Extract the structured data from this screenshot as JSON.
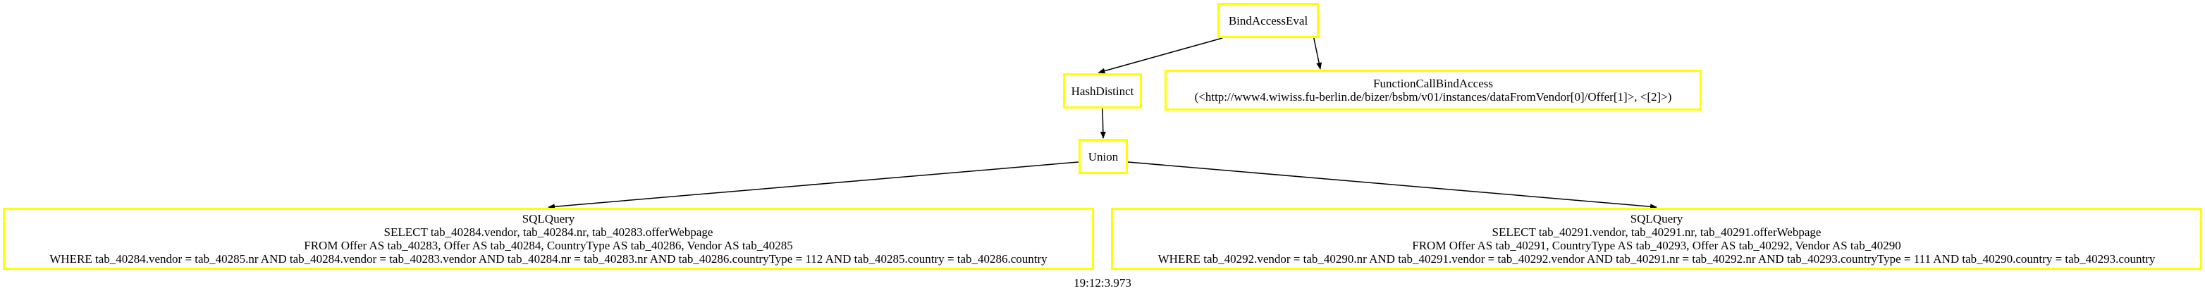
{
  "nodes": {
    "bind_access_eval": {
      "label": "BindAccessEval"
    },
    "hash_distinct": {
      "label": "HashDistinct"
    },
    "function_call_bind_access": {
      "label": "FunctionCallBindAccess",
      "detail": "(<http://www4.wiwiss.fu-berlin.de/bizer/bsbm/v01/instances/dataFromVendor[0]/Offer[1]>, <[2]>)"
    },
    "union": {
      "label": "Union"
    },
    "sql_query_left": {
      "label": "SQLQuery",
      "lines": [
        "SELECT tab_40284.vendor, tab_40284.nr, tab_40283.offerWebpage",
        "FROM Offer AS tab_40283, Offer AS tab_40284, CountryType AS tab_40286, Vendor AS tab_40285",
        "WHERE tab_40284.vendor = tab_40285.nr AND tab_40284.vendor = tab_40283.vendor AND tab_40284.nr = tab_40283.nr AND tab_40286.countryType = 112 AND tab_40285.country = tab_40286.country"
      ]
    },
    "sql_query_right": {
      "label": "SQLQuery",
      "lines": [
        "SELECT tab_40291.vendor, tab_40291.nr, tab_40291.offerWebpage",
        "FROM Offer AS tab_40291, CountryType AS tab_40293, Offer AS tab_40292, Vendor AS tab_40290",
        "WHERE tab_40292.vendor = tab_40290.nr AND tab_40291.vendor = tab_40292.vendor AND tab_40291.nr = tab_40292.nr AND tab_40293.countryType = 111 AND tab_40290.country = tab_40293.country"
      ]
    }
  },
  "edges": [
    [
      "bind_access_eval",
      "hash_distinct"
    ],
    [
      "bind_access_eval",
      "function_call_bind_access"
    ],
    [
      "hash_distinct",
      "union"
    ],
    [
      "union",
      "sql_query_left"
    ],
    [
      "union",
      "sql_query_right"
    ]
  ],
  "caption": "19:12:3.973",
  "colors": {
    "node_border": "#ffff00",
    "edge": "#000000",
    "background": "#ffffff"
  }
}
